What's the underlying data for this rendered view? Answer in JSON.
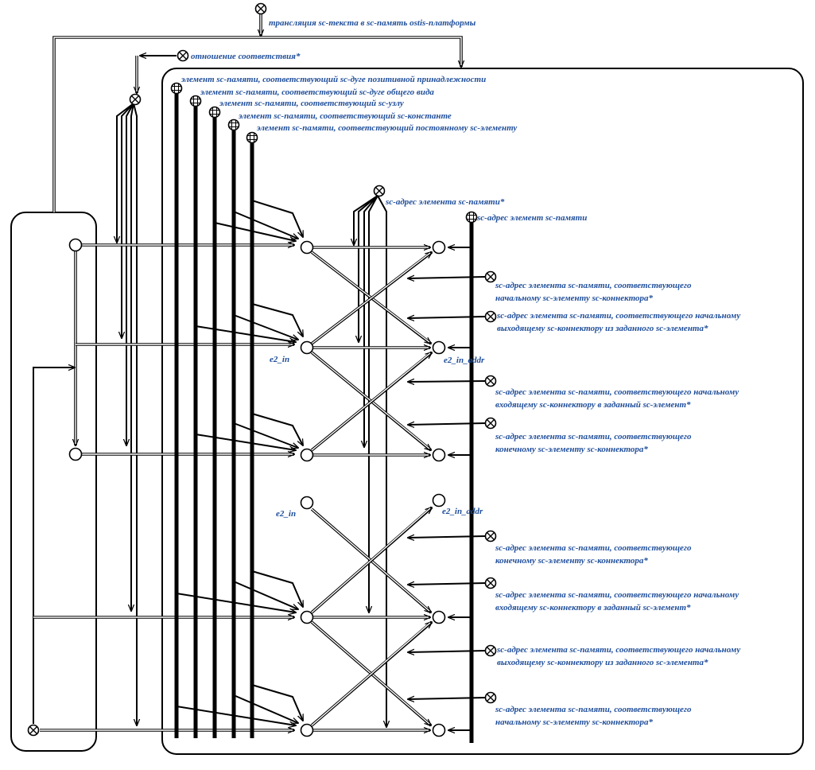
{
  "labels": {
    "translation": "трансляция sc-текста в sc-память ostis-платформы",
    "correspondence": "отношение соответствия*",
    "pos_arc": "элемент sc-памяти, соответствующий sc-дуге позитивной принадлежности",
    "common_arc": "элемент sc-памяти, соответствующий sc-дуге общего вида",
    "node": "элемент sc-памяти, соответствующий sc-узлу",
    "constant": "элемент sc-памяти, соответствующий sc-константе",
    "permanent": "элемент sc-памяти, соответствующий постоянному sc-элементу",
    "addr_rel": "sc-адрес элемента sc-памяти*",
    "addr_class": "sc-адрес элемент sc-памяти",
    "var_begin_1": "sc-адрес элемента sc-памяти, соответствующего",
    "var_begin_2": "начальному sc-элементу sc-коннектора*",
    "var_out_1": "sc-адрес элемента sc-памяти, соответствующего начальному",
    "var_out_2": "выходящему sc-коннектору из заданного sc-элемента*",
    "var_in_1": "sc-адрес элемента sc-памяти, соответствующего начальному",
    "var_in_2": "входящему sc-коннектору в заданный sc-элемент*",
    "var_end_1": "sc-адрес элемента sc-памяти, соответствующего",
    "var_end_2": "конечному sc-элементу sc-коннектора*",
    "e2_in": "e2_in",
    "e2_in_addr": "e2_in_addr"
  }
}
